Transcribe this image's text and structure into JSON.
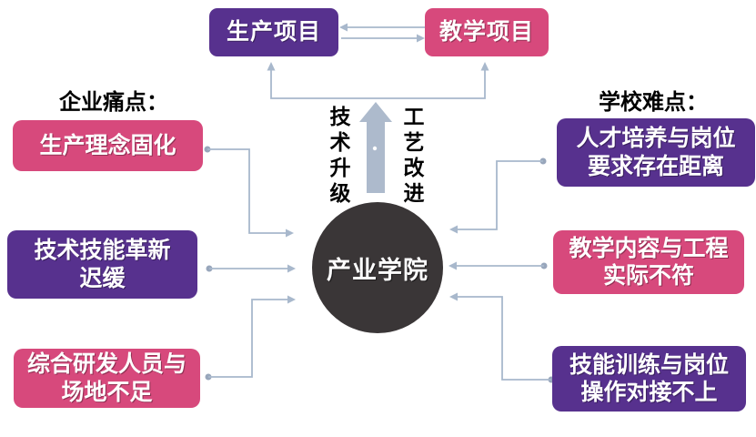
{
  "colors": {
    "purple": "#57318e",
    "pink": "#d7497c",
    "circle": "#3a3637",
    "connector": "#a8b8cc",
    "fat_arrow": "#adbacc",
    "dot": "#98a6bb",
    "white": "#ffffff"
  },
  "top_flow": {
    "production": {
      "label": "生产项目",
      "color": "purple"
    },
    "teaching": {
      "label": "教学项目",
      "color": "pink"
    }
  },
  "center": {
    "circle_label": "产业学院",
    "left_vertical_label": "技术升级",
    "right_vertical_label": "工艺改进"
  },
  "left_panel": {
    "heading": "企业痛点：",
    "items": [
      {
        "lines": [
          "生产理念固化"
        ],
        "color": "pink"
      },
      {
        "lines": [
          "技术技能革新",
          "迟缓"
        ],
        "color": "purple"
      },
      {
        "lines": [
          "综合研发人员与",
          "场地不足"
        ],
        "color": "pink"
      }
    ]
  },
  "right_panel": {
    "heading": "学校难点：",
    "items": [
      {
        "lines": [
          "人才培养与岗位",
          "要求存在距离"
        ],
        "color": "purple"
      },
      {
        "lines": [
          "教学内容与工程",
          "实际不符"
        ],
        "color": "pink"
      },
      {
        "lines": [
          "技能训练与岗位",
          "操作对接不上"
        ],
        "color": "purple"
      }
    ]
  }
}
